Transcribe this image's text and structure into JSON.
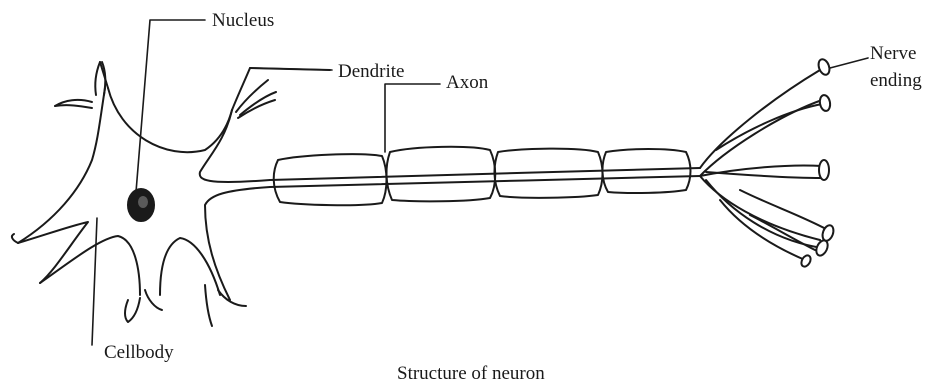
{
  "labels": {
    "nucleus": "Nucleus",
    "dendrite": "Dendrite",
    "axon": "Axon",
    "nerve_ending_line1": "Nerve",
    "nerve_ending_line2": "ending",
    "cellbody": "Cellbody"
  },
  "caption": "Structure of neuron",
  "colors": {
    "ink": "#1a1a1a",
    "background": "#ffffff"
  }
}
